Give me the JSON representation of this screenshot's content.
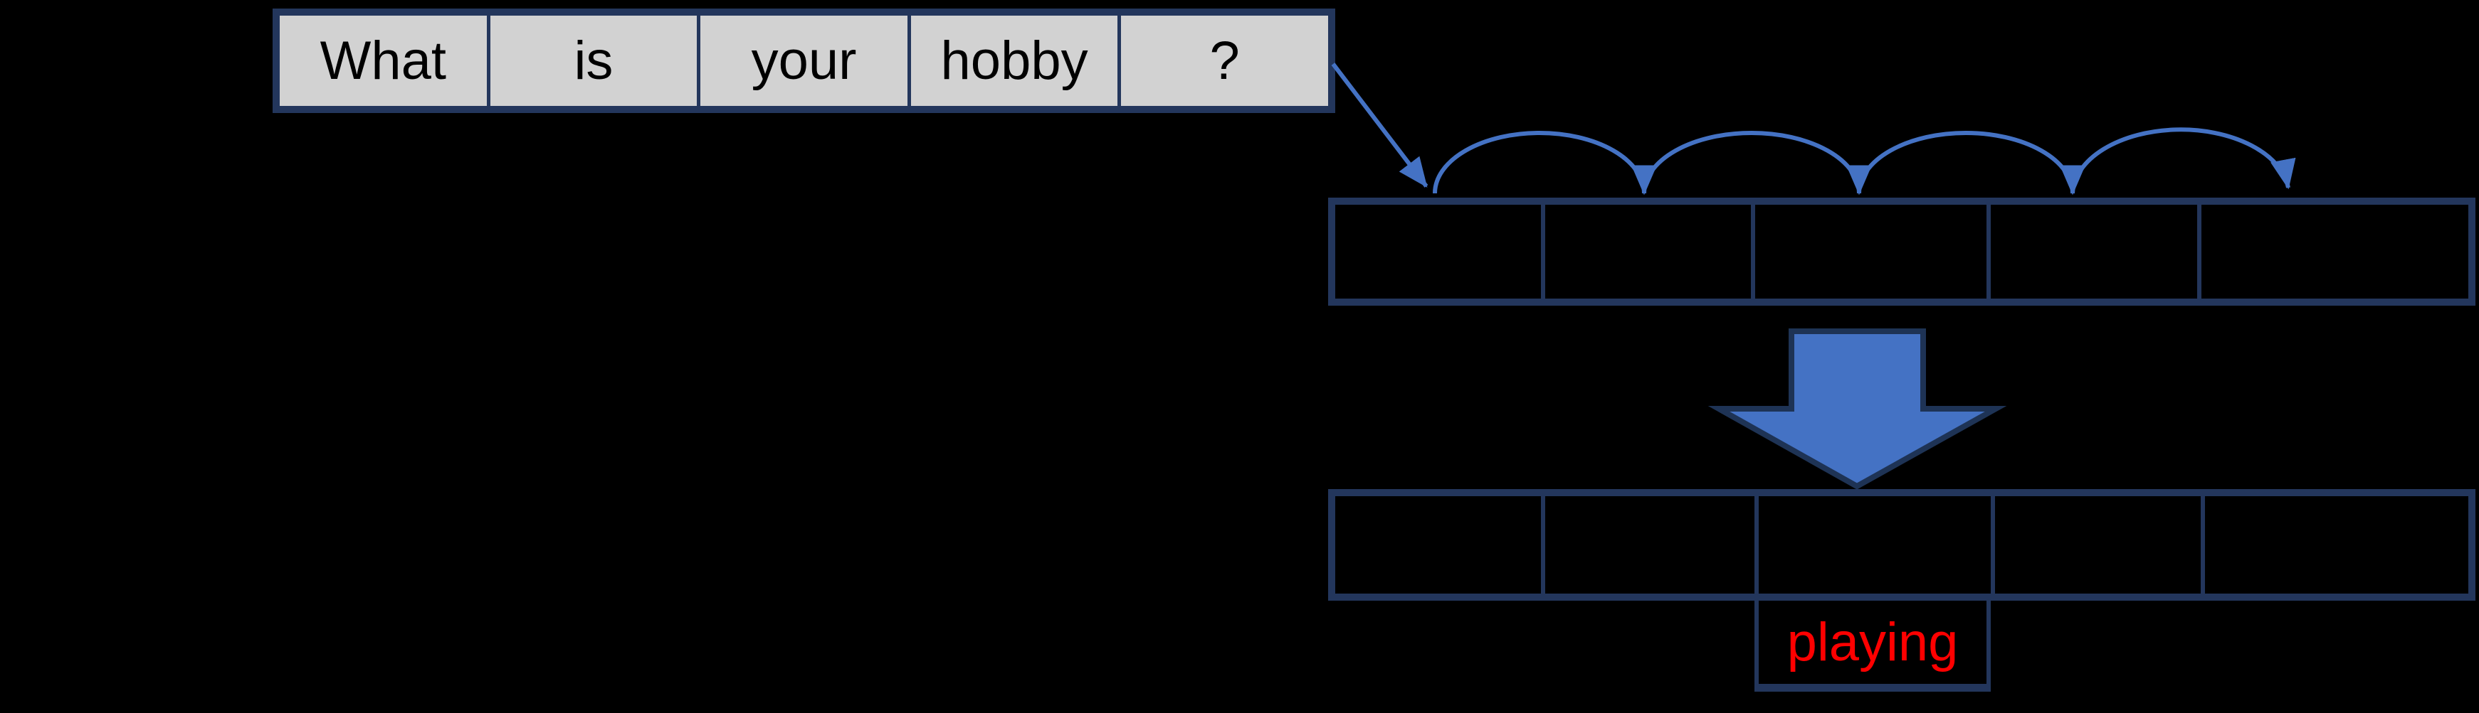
{
  "colors": {
    "background": "#000000",
    "accent_blue": "#4472c4",
    "border_navy": "#23365c",
    "block_arrow_outline": "#1e3355",
    "word_cell_fill": "#d2d2d2",
    "word_text": "#000000",
    "prediction_text": "#ff0000"
  },
  "sentence": {
    "words": [
      "What",
      "is",
      "your",
      "hobby",
      "?"
    ]
  },
  "hidden_row": {
    "cells": [
      "",
      "",
      "",
      "",
      ""
    ]
  },
  "output_row": {
    "cells": [
      "",
      "",
      "",
      "",
      ""
    ]
  },
  "prediction": {
    "label": "playing"
  },
  "icons": {
    "connector": "diagonal-flow-arrow",
    "hops": "arc-hop-arrow",
    "transform": "down-block-arrow"
  }
}
